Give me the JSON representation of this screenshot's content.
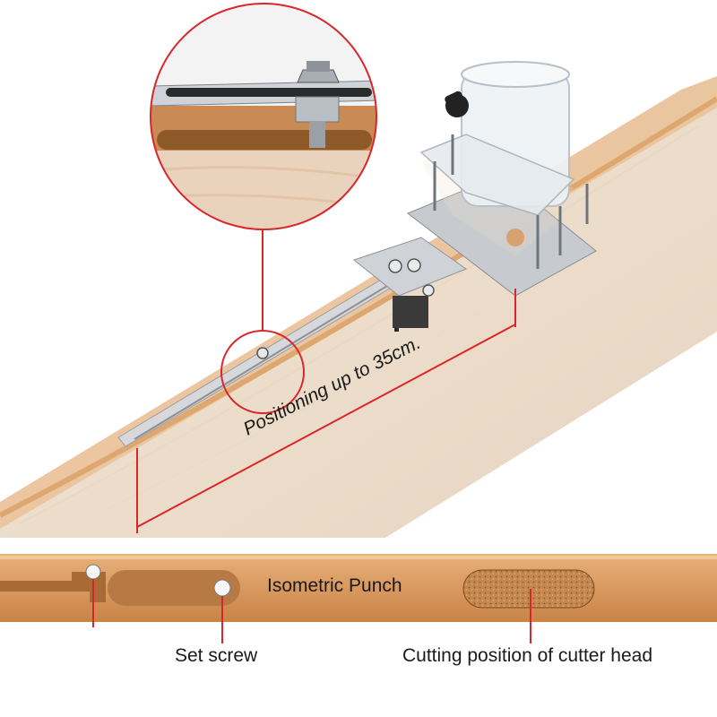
{
  "labels": {
    "positioning": "Positioning up to 35cm.",
    "isometric_punch": "Isometric Punch",
    "set_screw": "Set screw",
    "cutting_position": "Cutting position of cutter head"
  },
  "colors": {
    "wood_light": "#eedfcd",
    "wood_edge": "#c98a4a",
    "wood_strip": "#e3a46a",
    "slot_brown": "#b87a45",
    "indicator_red": "#d9262a",
    "steel": "#c9ccd0",
    "acrylic": "#e9eef2"
  }
}
